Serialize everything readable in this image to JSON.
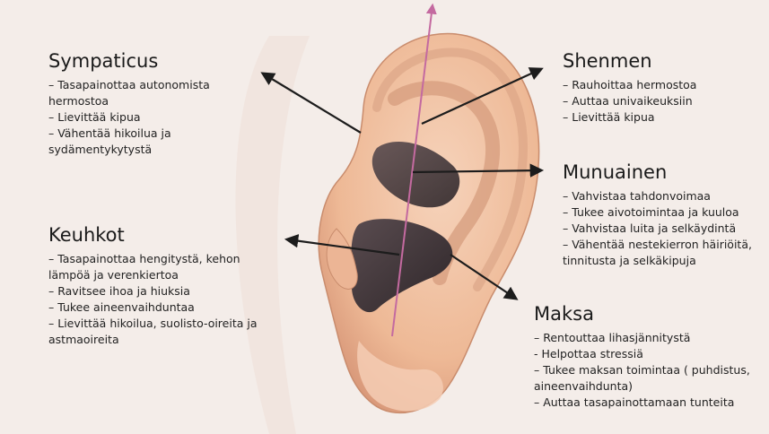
{
  "colors": {
    "background": "#f4ede9",
    "skin": "#f2c6a8",
    "skin_shadow": "#d49a7c",
    "cavity": "#3d3438",
    "axis_line": "#c46aa0",
    "arrow": "#1c1c1c"
  },
  "sections": {
    "sympaticus": {
      "title": "Sympaticus",
      "items": [
        "– Tasapainottaa autonomista hermostoa",
        "– Lievittää kipua",
        "– Vähentää hikoilua ja sydämentykytystä"
      ]
    },
    "keuhkot": {
      "title": "Keuhkot",
      "items": [
        "– Tasapainottaa hengitystä, kehon lämpöä ja verenkiertoa",
        "– Ravitsee ihoa ja hiuksia",
        "– Tukee aineenvaihduntaa",
        "– Lievittää hikoilua, suolisto-oireita ja astmaoireita"
      ]
    },
    "shenmen": {
      "title": "Shenmen",
      "items": [
        "– Rauhoittaa hermostoa",
        "– Auttaa univaikeuksiin",
        "– Lievittää kipua"
      ]
    },
    "munuainen": {
      "title": "Munuainen",
      "items": [
        "– Vahvistaa tahdonvoimaa",
        "– Tukee aivotoimintaa ja kuuloa",
        "– Vahvistaa luita ja selkäydintä",
        "– Vähentää nestekierron häiriöitä, tinnitusta ja selkäkipuja"
      ]
    },
    "maksa": {
      "title": "Maksa",
      "items": [
        "– Rentouttaa lihasjännitystä",
        " - Helpottaa stressiä",
        "– Tukee maksan toimintaa ( puhdistus, aineenvaihdunta)",
        "– Auttaa tasapainottamaan tunteita"
      ]
    }
  }
}
